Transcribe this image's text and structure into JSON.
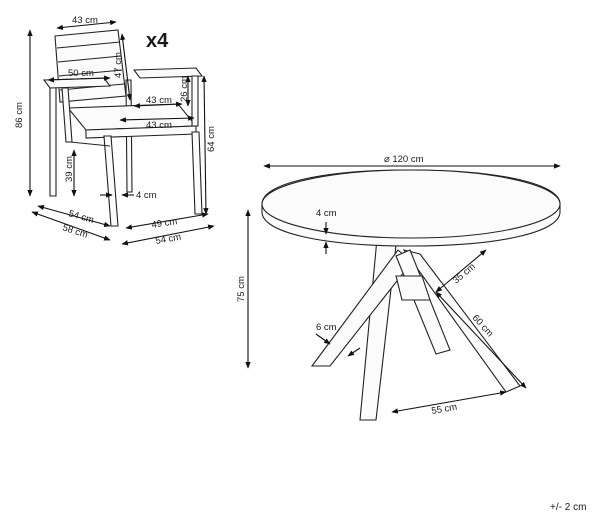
{
  "quantity": "x4",
  "tolerance": "+/- 2 cm",
  "chair": {
    "backrest_width": "43 cm",
    "backrest_height": "47 cm",
    "armrest_depth": "50 cm",
    "armrest_height": "26 cm",
    "seat_width_back": "43 cm",
    "seat_width_front": "43 cm",
    "total_height": "86 cm",
    "armrest_floor_height": "64 cm",
    "seat_height": "39 cm",
    "leg_thickness": "4 cm",
    "depth_inner": "54 cm",
    "depth_outer": "58 cm",
    "width_inner": "49 cm",
    "width_outer": "54 cm"
  },
  "table": {
    "diameter": "⌀ 120 cm",
    "top_thickness": "4 cm",
    "height": "75 cm",
    "leg_width": "6 cm",
    "center_span": "35 cm",
    "leg_length": "60 cm",
    "foot_span": "55 cm"
  }
}
